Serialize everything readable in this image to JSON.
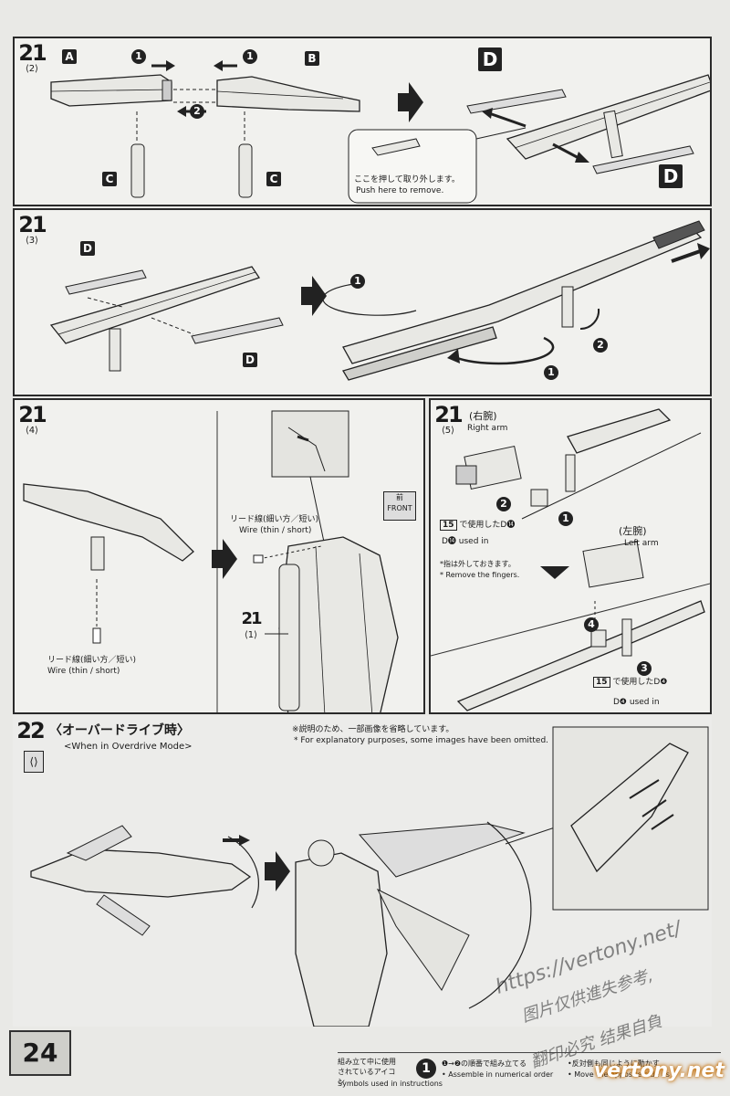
{
  "page": {
    "number": "24"
  },
  "steps": [
    {
      "id": "21-2",
      "step": "21",
      "sub": "⟨2⟩",
      "parts": [
        "A",
        "B",
        "C",
        "C",
        "D",
        "D"
      ],
      "order": [
        "1",
        "2"
      ],
      "callout": {
        "jp": "ここを押して取り外します。",
        "en": "Push here to remove."
      }
    },
    {
      "id": "21-3",
      "step": "21",
      "sub": "⟨3⟩",
      "parts": [
        "D",
        "D"
      ],
      "order": [
        "1",
        "1",
        "2"
      ]
    },
    {
      "id": "21-4",
      "step": "21",
      "sub": "⟨4⟩",
      "wire_jp": "リード線(細い方／短い)",
      "wire_en": "Wire (thin / short)",
      "front_jp": "前",
      "front_en": "FRONT",
      "ref_step": "21",
      "ref_sub": "⟨1⟩"
    },
    {
      "id": "21-5",
      "step": "21",
      "sub": "⟨5⟩",
      "right_arm_jp": "(右腕)",
      "right_arm_en": "Right arm",
      "left_arm_jp": "(左腕)",
      "left_arm_en": "Left arm",
      "used_in_1_jp": "で使用したD⓮",
      "used_in_1_step": "15",
      "used_in_1_en": "D⓮ used in",
      "note_jp": "*指は外しておきます。",
      "note_en": "* Remove the fingers.",
      "used_in_2_jp": "で使用したD❹",
      "used_in_2_step": "15",
      "used_in_2_en": "D❹ used in",
      "order": [
        "1",
        "2",
        "3",
        "4"
      ]
    },
    {
      "id": "22",
      "step": "22",
      "title_jp": "〈オーバードライブ時〉",
      "title_en": "<When in Overdrive Mode>",
      "note_jp": "※説明のため、一部画像を省略しています。",
      "note_en": "* For explanatory purposes, some images have been omitted."
    }
  ],
  "legend": {
    "title_jp": "組み立て中に使用されているアイコン",
    "title_en": "Symbols used in instructions",
    "item1_num": "1",
    "item1_jp": "❶→❷の順番で組み立てる",
    "item1_en": "• Assemble in numerical order",
    "item2_jp": "•反対側も同じように動かす",
    "item2_en": "• Move the opposite side as"
  },
  "watermark": {
    "url": "https://vertony.net/",
    "line1": "图片仅供進失参考,",
    "line2": "翻印必究 结果自負",
    "brand": "vertony.net"
  }
}
